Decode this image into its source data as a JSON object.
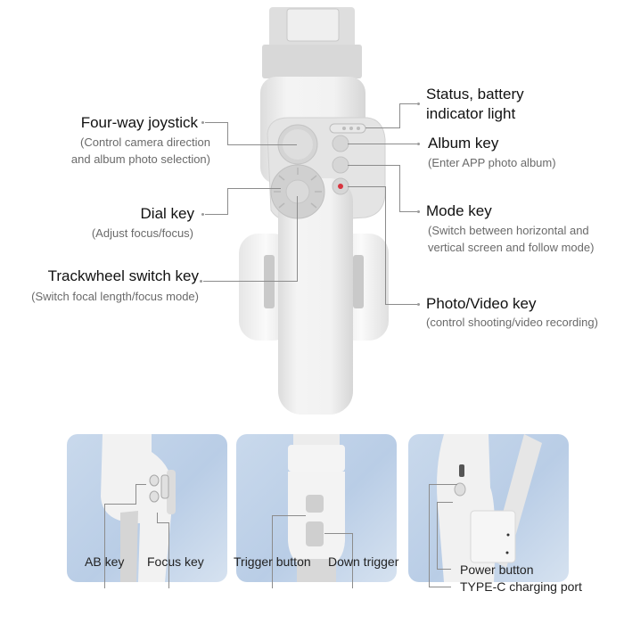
{
  "main_callouts": {
    "left": [
      {
        "title": "Four-way joystick",
        "desc_lines": [
          "(Control camera direction",
          "and album photo selection)"
        ]
      },
      {
        "title": "Dial key",
        "desc_lines": [
          "(Adjust focus/focus)"
        ]
      },
      {
        "title": "Trackwheel switch key",
        "desc_lines": [
          "(Switch focal length/focus mode)"
        ]
      }
    ],
    "right": [
      {
        "title_lines": [
          "Status, battery",
          "indicator light"
        ],
        "desc_lines": []
      },
      {
        "title_lines": [
          "Album key"
        ],
        "desc_lines": [
          "(Enter APP photo album)"
        ]
      },
      {
        "title_lines": [
          "Mode key"
        ],
        "desc_lines": [
          "(Switch between horizontal and",
          "vertical screen and follow mode)"
        ]
      },
      {
        "title_lines": [
          "Photo/Video key"
        ],
        "desc_lines": [
          "(control shooting/video recording)"
        ]
      }
    ]
  },
  "bottom_panels": [
    {
      "labels": [
        "AB key",
        "Focus key"
      ]
    },
    {
      "labels": [
        "Trigger button",
        "Down trigger"
      ]
    },
    {
      "labels": [
        "Power button",
        "TYPE-C charging port"
      ]
    }
  ],
  "colors": {
    "record_dot": "#d8343f",
    "panel_bg": "#c4d6eb",
    "device_body": "#eeeeee",
    "connector_line": "#8c8c8c"
  }
}
